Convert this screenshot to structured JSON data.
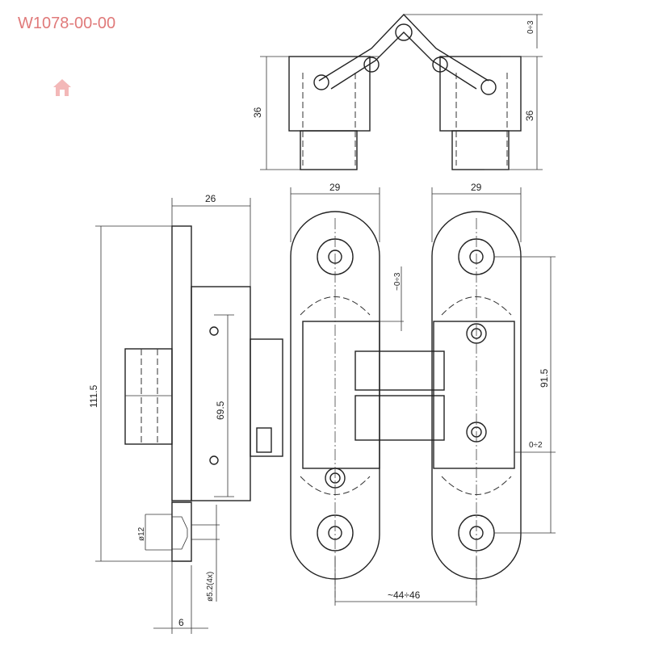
{
  "drawing": {
    "part_number": "W1078-00-00",
    "watermark_icon": "house-icon",
    "colors": {
      "part_number": "#e07a7a",
      "line": "#222222"
    },
    "dimensions": {
      "top_left_height": "36",
      "top_right_height": "36",
      "top_adjust": "0÷3",
      "left_plate_width": "29",
      "right_plate_width": "29",
      "side_depth": "26",
      "overall_length": "111.5",
      "hole_spacing_side": "69.5",
      "depth_adjust": "~0÷3",
      "hole_spacing_front": "91.5",
      "lateral_adjust": "0÷2",
      "countersink_dia": "ø12",
      "hole_dia": "ø5.2(4x)",
      "plate_thickness": "6",
      "center_distance": "~44÷46"
    }
  }
}
